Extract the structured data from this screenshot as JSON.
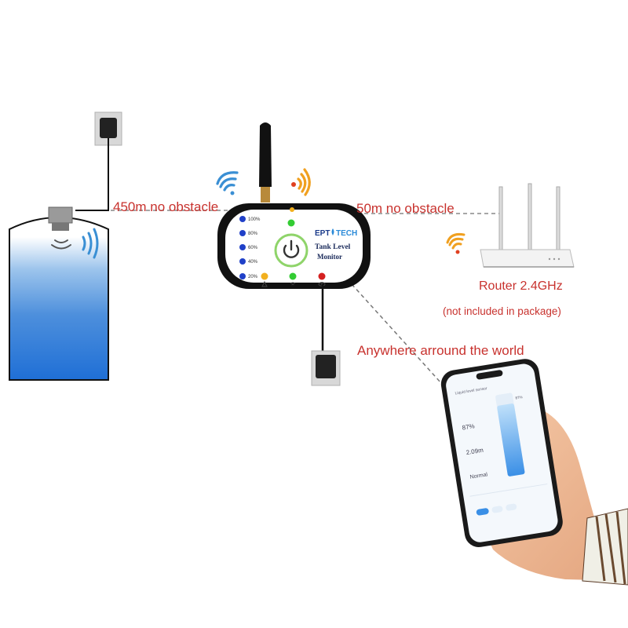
{
  "labels": {
    "sensor_distance": "450m no obstacle",
    "router_distance": "50m no obstacle",
    "router_name": "Router 2.4GHz",
    "router_note": "(not included in package)",
    "anywhere": "Anywhere arround the world"
  },
  "monitor": {
    "brand_left": "EPT",
    "brand_right": "TECH",
    "title_line1": "Tank Level",
    "title_line2": "Monitor",
    "level_labels": [
      "100%",
      "80%",
      "60%",
      "40%",
      "20%"
    ],
    "power_icon": "power-icon",
    "status_icons": [
      "warning-icon",
      "wifi-icon",
      "eye-icon"
    ]
  },
  "phone": {
    "app_title": "Liquid level sensor",
    "level_percent": "87%",
    "level_meters": "2.09m",
    "status": "Normal",
    "bar_label": "87%",
    "level_fraction": 0.87
  },
  "colors": {
    "label_red": "#c8322e",
    "water_blue": "#1f6fd6",
    "signal_blue": "#3a8fd4",
    "signal_orange": "#f0a020",
    "led_blue": "#2040c8",
    "led_green": "#33cc33",
    "led_yellow": "#f2b01e",
    "led_red": "#d42020"
  }
}
